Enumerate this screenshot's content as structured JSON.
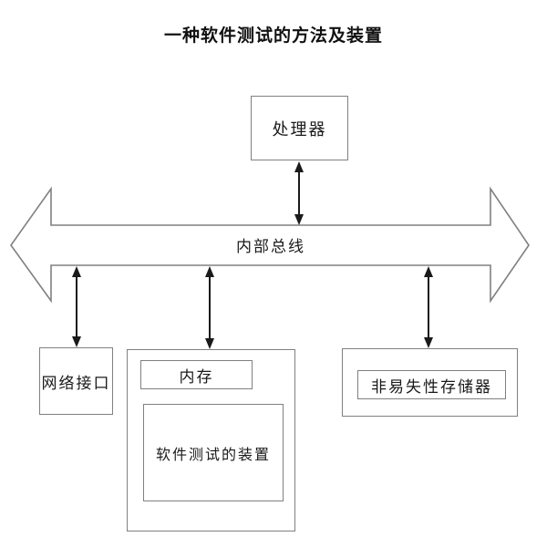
{
  "title": "一种软件测试的方法及装置",
  "bus": {
    "label": "内部总线"
  },
  "boxes": {
    "processor": {
      "label": "处理器"
    },
    "network_interface": {
      "label": "网络接口"
    },
    "memory": {
      "label": "内存"
    },
    "testing_device": {
      "label": "软件测试的装置"
    },
    "nonvolatile_memory": {
      "label": "非易失性存储器"
    }
  },
  "colors": {
    "background": "#ffffff",
    "outline": "#808080",
    "arrow": "#1a1a1a",
    "text": "#1a1a1a"
  }
}
